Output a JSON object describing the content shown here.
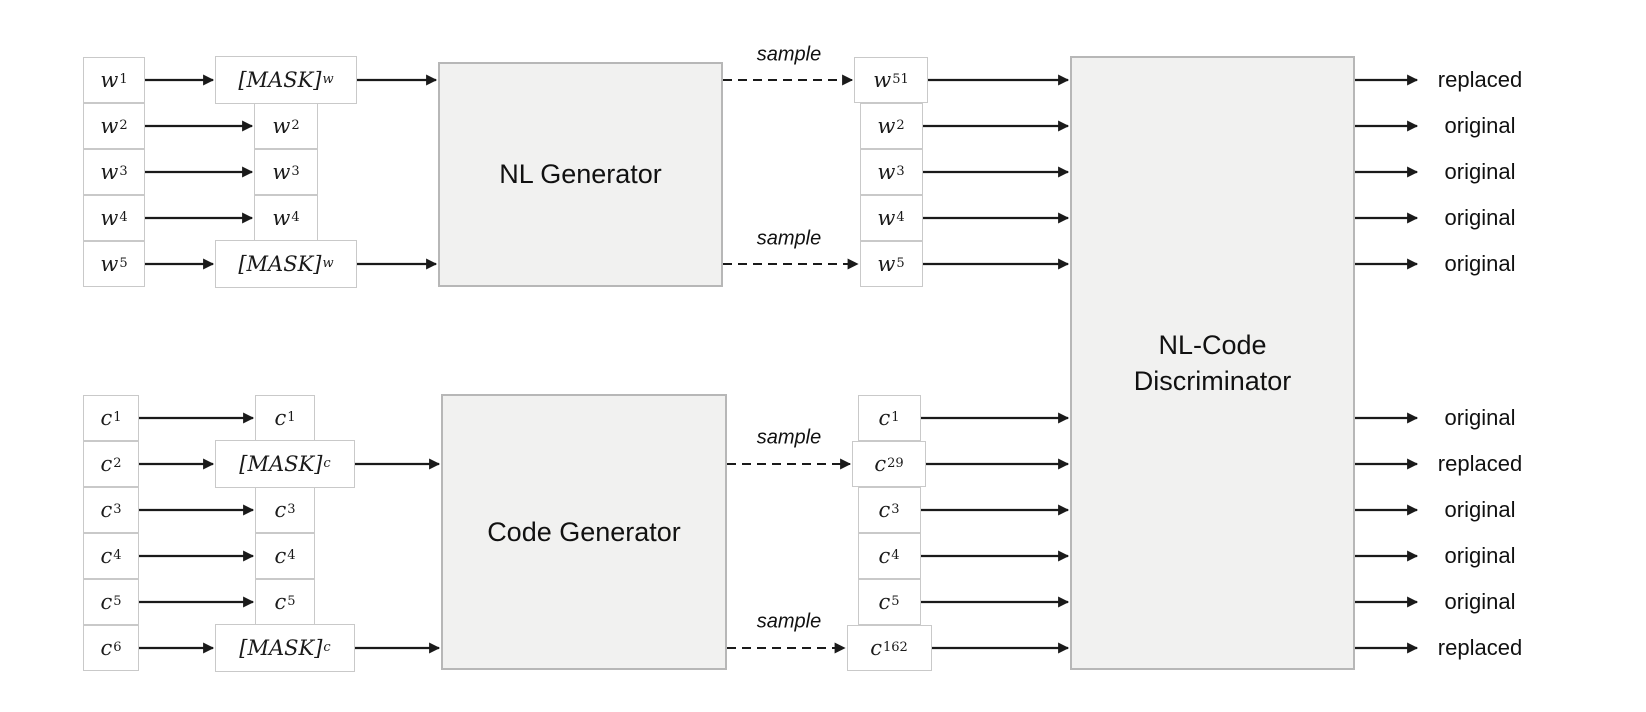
{
  "colors": {
    "background": "#ffffff",
    "box_fill": "#ffffff",
    "box_border": "#c9c9c9",
    "block_fill": "#f1f1f0",
    "block_border": "#b7b7b7",
    "arrow": "#1a1a1a",
    "text": "#1a1a1a"
  },
  "sample_label": "sample",
  "discriminator": {
    "label_lines": [
      "NL-Code",
      "Discriminator"
    ]
  },
  "top_flow": {
    "generator_label": "NL Generator",
    "inputs": [
      {
        "base": "w",
        "sub": "1"
      },
      {
        "base": "w",
        "sub": "2"
      },
      {
        "base": "w",
        "sub": "3"
      },
      {
        "base": "w",
        "sub": "4"
      },
      {
        "base": "w",
        "sub": "5"
      }
    ],
    "masked": [
      {
        "base": "[MASK]",
        "sub": "w",
        "mask": true
      },
      {
        "base": "w",
        "sub": "2"
      },
      {
        "base": "w",
        "sub": "3"
      },
      {
        "base": "w",
        "sub": "4"
      },
      {
        "base": "[MASK]",
        "sub": "w",
        "mask": true
      }
    ],
    "sampled": [
      {
        "base": "w",
        "sub": "51"
      },
      {
        "base": "w",
        "sub": "2"
      },
      {
        "base": "w",
        "sub": "3"
      },
      {
        "base": "w",
        "sub": "4"
      },
      {
        "base": "w",
        "sub": "5"
      }
    ],
    "outputs": [
      "replaced",
      "original",
      "original",
      "original",
      "original"
    ]
  },
  "bottom_flow": {
    "generator_label": "Code Generator",
    "inputs": [
      {
        "base": "c",
        "sub": "1"
      },
      {
        "base": "c",
        "sub": "2"
      },
      {
        "base": "c",
        "sub": "3"
      },
      {
        "base": "c",
        "sub": "4"
      },
      {
        "base": "c",
        "sub": "5"
      },
      {
        "base": "c",
        "sub": "6"
      }
    ],
    "masked": [
      {
        "base": "c",
        "sub": "1"
      },
      {
        "base": "[MASK]",
        "sub": "c",
        "mask": true
      },
      {
        "base": "c",
        "sub": "3"
      },
      {
        "base": "c",
        "sub": "4"
      },
      {
        "base": "c",
        "sub": "5"
      },
      {
        "base": "[MASK]",
        "sub": "c",
        "mask": true
      }
    ],
    "sampled": [
      {
        "base": "c",
        "sub": "1"
      },
      {
        "base": "c",
        "sub": "29"
      },
      {
        "base": "c",
        "sub": "3"
      },
      {
        "base": "c",
        "sub": "4"
      },
      {
        "base": "c",
        "sub": "5"
      },
      {
        "base": "c",
        "sub": "162"
      }
    ],
    "outputs": [
      "original",
      "replaced",
      "original",
      "original",
      "original",
      "replaced"
    ]
  }
}
